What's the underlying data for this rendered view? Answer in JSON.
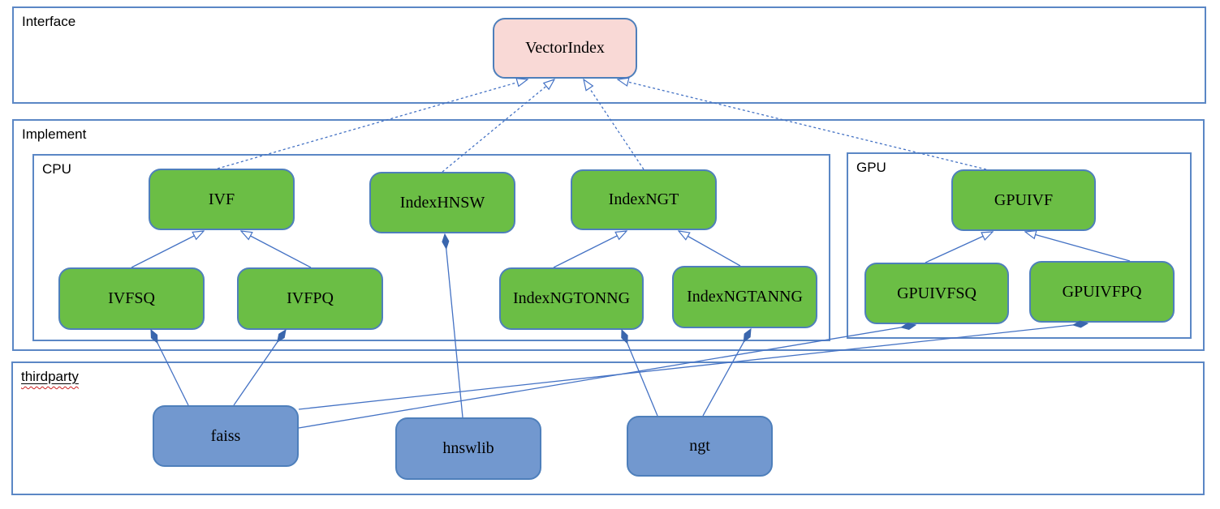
{
  "diagram": {
    "colors": {
      "edge": "#4472c4",
      "interface_fill": "#f9d9d6",
      "implement_fill": "#6bbe45",
      "thirdparty_fill": "#7298cf",
      "node_border": "#4e7fbb",
      "section_border": "#5b87c5",
      "diamond_fill": "#3a66ad",
      "spellcheck_underline": "#cc1f1f"
    },
    "sections": {
      "interface": {
        "label": "Interface"
      },
      "implement": {
        "label": "Implement"
      },
      "cpu": {
        "label": "CPU"
      },
      "gpu": {
        "label": "GPU"
      },
      "thirdparty": {
        "label": "thirdparty"
      }
    },
    "nodes": [
      {
        "id": "VectorIndex",
        "label": "VectorIndex",
        "group": "interface"
      },
      {
        "id": "IVF",
        "label": "IVF",
        "group": "cpu"
      },
      {
        "id": "IndexHNSW",
        "label": "IndexHNSW",
        "group": "cpu"
      },
      {
        "id": "IndexNGT",
        "label": "IndexNGT",
        "group": "cpu"
      },
      {
        "id": "IVFSQ",
        "label": "IVFSQ",
        "group": "cpu"
      },
      {
        "id": "IVFPQ",
        "label": "IVFPQ",
        "group": "cpu"
      },
      {
        "id": "IndexNGTONNG",
        "label": "IndexNGTONNG",
        "group": "cpu"
      },
      {
        "id": "IndexNGTANNG",
        "label": "IndexNGTANNG",
        "group": "cpu"
      },
      {
        "id": "GPUIVF",
        "label": "GPUIVF",
        "group": "gpu"
      },
      {
        "id": "GPUIVFSQ",
        "label": "GPUIVFSQ",
        "group": "gpu"
      },
      {
        "id": "GPUIVFPQ",
        "label": "GPUIVFPQ",
        "group": "gpu"
      },
      {
        "id": "faiss",
        "label": "faiss",
        "group": "thirdparty"
      },
      {
        "id": "hnswlib",
        "label": "hnswlib",
        "group": "thirdparty"
      },
      {
        "id": "ngt",
        "label": "ngt",
        "group": "thirdparty"
      }
    ],
    "edges": [
      {
        "from": "IVF",
        "to": "VectorIndex",
        "type": "realization"
      },
      {
        "from": "IndexHNSW",
        "to": "VectorIndex",
        "type": "realization"
      },
      {
        "from": "IndexNGT",
        "to": "VectorIndex",
        "type": "realization"
      },
      {
        "from": "GPUIVF",
        "to": "VectorIndex",
        "type": "realization"
      },
      {
        "from": "IVFSQ",
        "to": "IVF",
        "type": "generalization"
      },
      {
        "from": "IVFPQ",
        "to": "IVF",
        "type": "generalization"
      },
      {
        "from": "IndexNGTONNG",
        "to": "IndexNGT",
        "type": "generalization"
      },
      {
        "from": "IndexNGTANNG",
        "to": "IndexNGT",
        "type": "generalization"
      },
      {
        "from": "GPUIVFSQ",
        "to": "GPUIVF",
        "type": "generalization"
      },
      {
        "from": "GPUIVFPQ",
        "to": "GPUIVF",
        "type": "generalization"
      },
      {
        "from": "faiss",
        "to": "IVFSQ",
        "type": "composition"
      },
      {
        "from": "faiss",
        "to": "IVFPQ",
        "type": "composition"
      },
      {
        "from": "faiss",
        "to": "GPUIVFSQ",
        "type": "composition"
      },
      {
        "from": "faiss",
        "to": "GPUIVFPQ",
        "type": "composition"
      },
      {
        "from": "hnswlib",
        "to": "IndexHNSW",
        "type": "composition"
      },
      {
        "from": "ngt",
        "to": "IndexNGTONNG",
        "type": "composition"
      },
      {
        "from": "ngt",
        "to": "IndexNGTANNG",
        "type": "composition"
      }
    ]
  }
}
